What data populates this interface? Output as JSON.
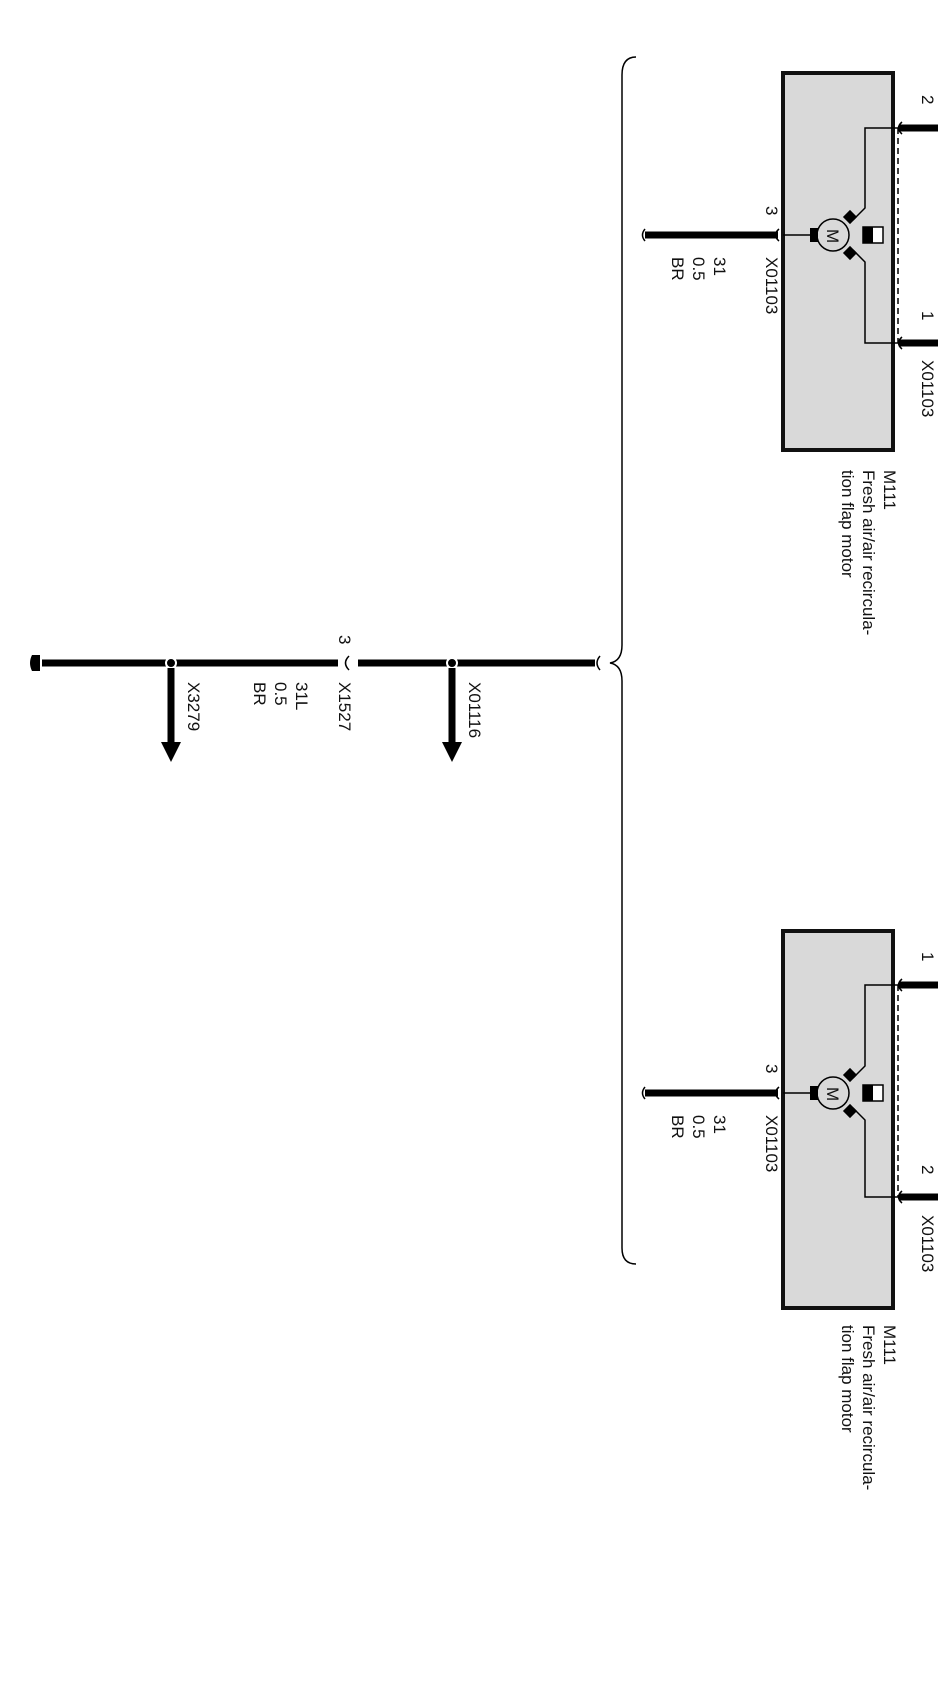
{
  "motors": [
    {
      "id": "M111",
      "name_line1": "Fresh air/air recircula-",
      "name_line2": "tion flap motor",
      "connector_right": "X01103",
      "connector_ground": "X01103",
      "pin_top": "2",
      "pin_bottom": "1",
      "pin_ground": "3",
      "motor_symbol": "M",
      "wire": {
        "terminal": "31",
        "cross_section": "0.5",
        "color": "BR"
      }
    },
    {
      "id": "M111",
      "name_line1": "Fresh air/air recircula-",
      "name_line2": "tion flap motor",
      "connector_right": "X01103",
      "connector_ground": "X01103",
      "pin_top": "1",
      "pin_bottom": "2",
      "pin_ground": "3",
      "motor_symbol": "M",
      "wire": {
        "terminal": "31",
        "cross_section": "0.5",
        "color": "BR"
      }
    }
  ],
  "ground_line": {
    "splice_1": "X01116",
    "connector": "X1527",
    "connector_pin": "3",
    "wire": {
      "terminal": "31L",
      "cross_section": "0.5",
      "color": "BR"
    },
    "splice_2": "X3279"
  }
}
